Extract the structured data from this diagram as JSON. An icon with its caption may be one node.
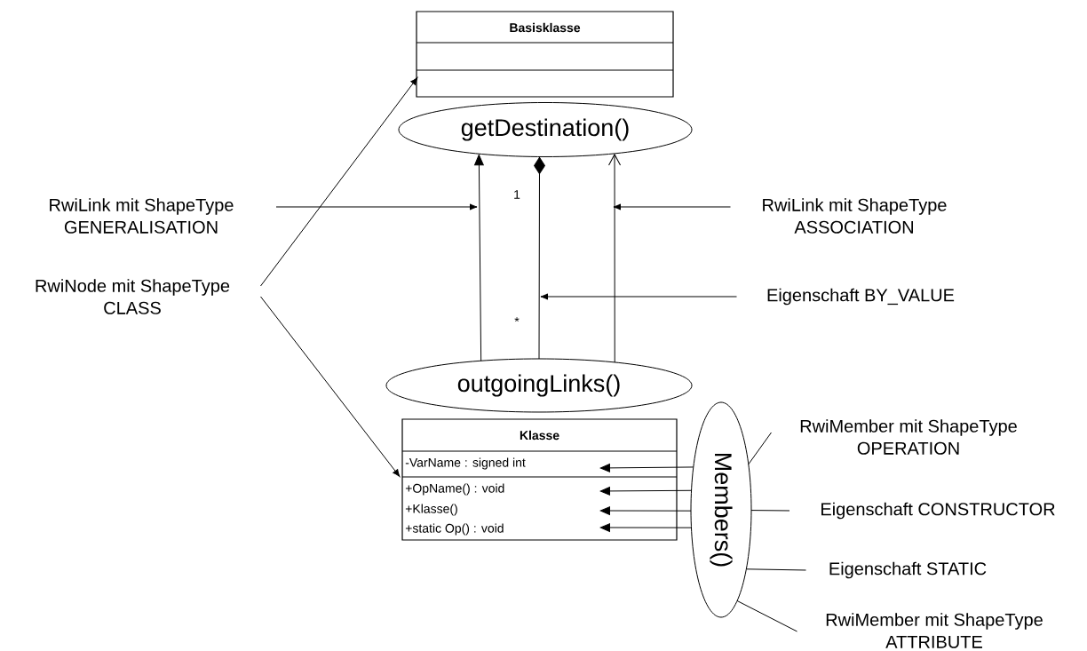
{
  "diagram": {
    "nodes": [
      {
        "text": [
          "Basisklasse"
        ]
      },
      {
        "text": [
          "getDestination()"
        ]
      },
      {
        "text": [
          "RwiLink mit ShapeType GENERALISATION"
        ]
      },
      {
        "text": [
          "RwiLink mit ShapeType ASSOCIATION"
        ]
      },
      {
        "text": [
          "RwiNode mit ShapeType CLASS"
        ]
      },
      {
        "text": [
          "Eigenschaft BY_VALUE"
        ]
      },
      {
        "text": [
          "outgoingLinks()"
        ]
      },
      {
        "text": [
          "Klasse",
          "-VarName : signed int",
          "+OpName() : void",
          "+Klasse()",
          "+static Op() : void"
        ]
      },
      {
        "text": [
          "Members()"
        ]
      },
      {
        "text": [
          "RwiMember mit ShapeType OPERATION"
        ]
      },
      {
        "text": [
          "Eigenschaft CONSTRUCTOR"
        ]
      },
      {
        "text": [
          "Eigenschaft STATIC"
        ]
      },
      {
        "text": [
          "RwiMember mit ShapeType ATTRIBUTE"
        ]
      }
    ],
    "edges": [
      {
        "from": 6,
        "to": 1,
        "arrow": "to"
      },
      {
        "from": 6,
        "to": 1,
        "arrow": "other"
      },
      {
        "from": 6,
        "to": 1,
        "arrow": "to"
      },
      {
        "from": 2,
        "to": null,
        "arrow": "to"
      },
      {
        "from": 3,
        "to": null,
        "arrow": "to"
      },
      {
        "from": 5,
        "to": null,
        "arrow": "to"
      },
      {
        "from": 4,
        "to": 0,
        "arrow": "to"
      },
      {
        "from": 4,
        "to": 7,
        "arrow": "to"
      },
      {
        "from": 8,
        "to": 7,
        "arrow": "to"
      },
      {
        "from": 8,
        "to": 7,
        "arrow": "to"
      },
      {
        "from": 8,
        "to": 7,
        "arrow": "to"
      },
      {
        "from": 8,
        "to": 7,
        "arrow": "to"
      },
      {
        "from": 9,
        "to": 8,
        "arrow": "none"
      },
      {
        "from": 10,
        "to": 8,
        "arrow": "none"
      },
      {
        "from": 11,
        "to": 8,
        "arrow": "none"
      },
      {
        "from": 12,
        "to": 8,
        "arrow": "none"
      }
    ],
    "labels": [
      "1",
      "*"
    ]
  }
}
